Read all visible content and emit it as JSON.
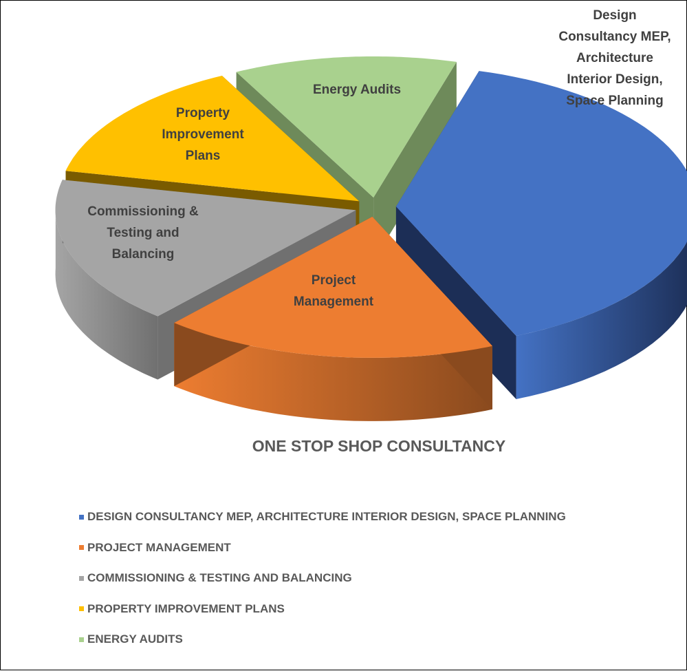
{
  "chart_data": {
    "type": "pie",
    "title": "ONE STOP SHOP CONSULTANCY",
    "slices": [
      {
        "name": "DESIGN CONSULTANCY MEP, ARCHITECTURE INTERIOR DESIGN, SPACE PLANNING",
        "label_lines": [
          "Design",
          "Consultancy MEP,",
          "Architecture",
          "Interior Design,",
          "Space Planning"
        ],
        "value": 39,
        "color": "#4472C4",
        "side_color": "#1C2E56"
      },
      {
        "name": "PROJECT MANAGEMENT",
        "label_lines": [
          "Project",
          "Management"
        ],
        "value": 18,
        "color": "#ED7D31",
        "side_color": "#8A4A1E"
      },
      {
        "name": "COMMISSIONING & TESTING AND BALANCING",
        "label_lines": [
          "Commissioning &",
          "Testing and",
          "Balancing"
        ],
        "value": 17,
        "color": "#A5A5A5",
        "side_color": "#707070"
      },
      {
        "name": "PROPERTY IMPROVEMENT PLANS",
        "label_lines": [
          "Property",
          "Improvement",
          "Plans"
        ],
        "value": 14,
        "color": "#FFC000",
        "side_color": "#7A5B00"
      },
      {
        "name": "ENERGY AUDITS",
        "label_lines": [
          "Energy Audits"
        ],
        "value": 12,
        "color": "#A9D18E",
        "side_color": "#6E8A5A"
      }
    ],
    "legend_position": "bottom"
  }
}
